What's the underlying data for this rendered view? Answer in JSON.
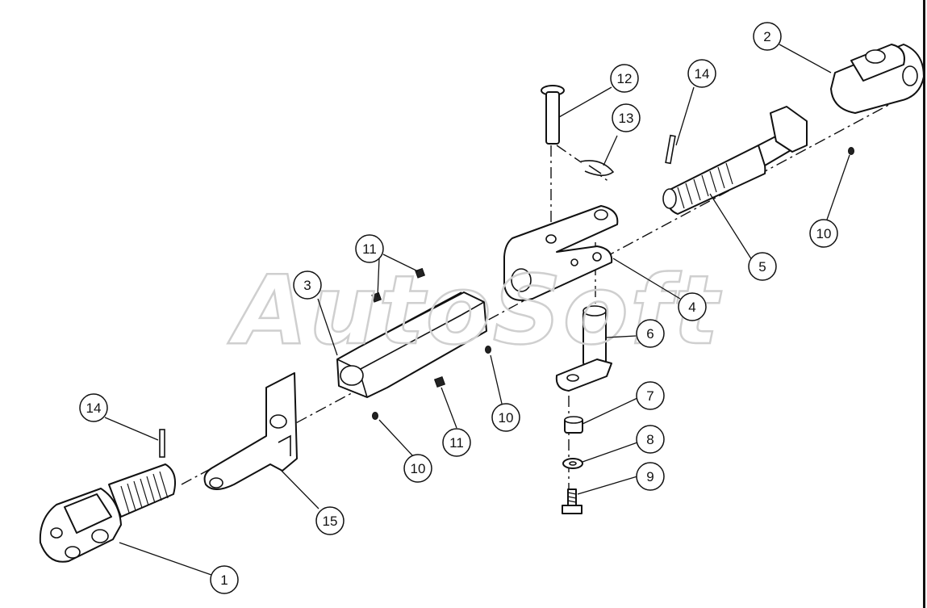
{
  "watermark": "AutoSoft",
  "callouts": [
    {
      "id": "c1",
      "label": "1"
    },
    {
      "id": "c2",
      "label": "2"
    },
    {
      "id": "c3",
      "label": "3"
    },
    {
      "id": "c4",
      "label": "4"
    },
    {
      "id": "c5",
      "label": "5"
    },
    {
      "id": "c6",
      "label": "6"
    },
    {
      "id": "c7",
      "label": "7"
    },
    {
      "id": "c8",
      "label": "8"
    },
    {
      "id": "c9",
      "label": "9"
    },
    {
      "id": "c10a",
      "label": "10"
    },
    {
      "id": "c10b",
      "label": "10"
    },
    {
      "id": "c10c",
      "label": "10"
    },
    {
      "id": "c11a",
      "label": "11"
    },
    {
      "id": "c11b",
      "label": "11"
    },
    {
      "id": "c12",
      "label": "12"
    },
    {
      "id": "c13",
      "label": "13"
    },
    {
      "id": "c14a",
      "label": "14"
    },
    {
      "id": "c14b",
      "label": "14"
    },
    {
      "id": "c15",
      "label": "15"
    }
  ]
}
